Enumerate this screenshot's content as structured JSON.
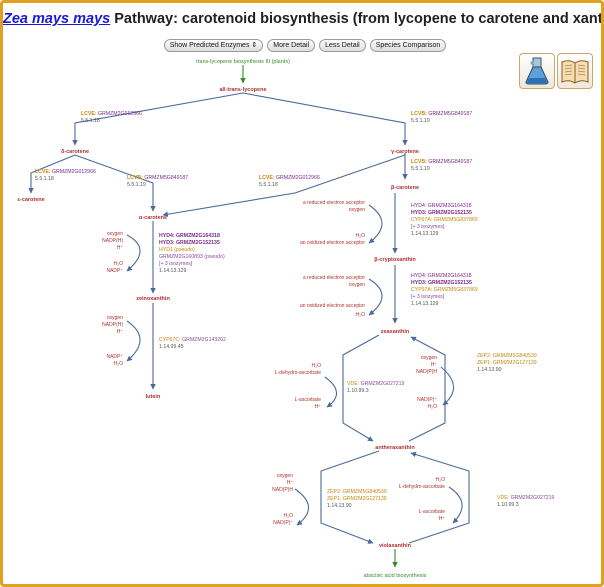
{
  "title": {
    "organism": "Zea mays mays",
    "text": "Pathway: carotenoid biosynthesis (from lycopene to carotene and xanthophyll)"
  },
  "buttons": {
    "predicted": "Show Predicted Enzymes",
    "more": "More Detail",
    "less": "Less Detail",
    "species": "Species Comparison"
  },
  "icons": {
    "left": "flask-icon",
    "right": "book-icon"
  },
  "colors": {
    "frame": "#e0a020",
    "compound": "#b03030",
    "enzyme_known": "#7a2a8a",
    "enzyme_label": "#c8860a",
    "gene": "#8a4a9a",
    "ec": "#555555",
    "arrow": "#4a6a9a",
    "link": "#3a8a2a"
  },
  "nodes": {
    "top_link": "trans-lycopene biosynthesis III (plants)",
    "lycopene": "all-trans-lycopene",
    "delta_carotene": "δ-carotene",
    "gamma_carotene": "γ-carotene",
    "epsilon_carotene": "ε-carotene",
    "alpha_carotene": "α-carotene",
    "beta_carotene": "β-carotene",
    "zeinoxanthin": "zeinoxanthin",
    "lutein": "lutein",
    "beta_cryptoxanthin": "β-cryptoxanthin",
    "zeaxanthin": "zeaxanthin",
    "antheraxanthin": "antheraxanthin",
    "violaxanthin": "violaxanthin",
    "bottom_link": "abscisic acid biosynthesis"
  },
  "cofactors": {
    "oxygen": "oxygen",
    "nadph": "NADP(H)",
    "h": "H⁺",
    "h2o": "H₂O",
    "nadp": "NADP⁺",
    "nadp_h": "NAD(P)H",
    "nadp_plus": "NAD(P)⁺",
    "red_acceptor": "a reduced electron acceptor",
    "ox_acceptor": "an oxidized electron acceptor",
    "dehydro": "L-dehydro-ascorbate",
    "ascorbate": "L-ascorbate"
  },
  "enzymes": {
    "lcve1": {
      "name": "LCVE:",
      "gene": "GRMZM2G012966",
      "ec": "5.5.1.18"
    },
    "lcvb1": {
      "name": "LCVB:",
      "gene": "GRMZM5G849187",
      "ec": "5.5.1.19"
    },
    "lcve2": {
      "name": "LCVE:",
      "gene": "GRMZM2G012966",
      "ec": "5.5.1.18"
    },
    "lcvb2": {
      "name": "LCVB:",
      "gene": "GRMZM5G849187",
      "ec": "5.5.1.19"
    },
    "lcve3": {
      "name": "LCVE:",
      "gene": "GRMZM2G012966",
      "ec": "5.5.1.18"
    },
    "lcvb3": {
      "name": "LCVB:",
      "gene": "GRMZM5G849187",
      "ec": "5.5.1.19"
    },
    "hydA": {
      "l1": "HYD4: GRMZM2G164318",
      "l2": "HYD3: GRMZM2G152135",
      "l3": "HYD1 (pseudo)",
      "l4": "GRMZM2G160893 (pseudo)",
      "l5": "[+ 3 isozymes]",
      "ec": "1.14.13.129"
    },
    "cyp97c": {
      "name": "CYP97C:",
      "gene": "GRMZM2G143202",
      "ec": "1.14.99.45"
    },
    "hydB": {
      "l1": "HYD4: GRMZM2G164318",
      "l2": "HYD3: GRMZM2G152135",
      "l3": "CYP97A: GRMZM5G837869",
      "l4": "[+ 3 isozymes]",
      "ec": "1.14.13.129"
    },
    "hydC": {
      "l1": "HYD4: GRMZM2G164318",
      "l2": "HYD3: GRMZM2G152135",
      "l3": "CYP97A: GRMZM5G837869",
      "l4": "[+ 3 isozymes]",
      "ec": "1.14.13.129"
    },
    "zep1": {
      "l1": "ZEP2: GRMZM5G840530",
      "l2": "ZEP1: GRMZM2G127139",
      "ec": "1.14.13.90"
    },
    "vde1": {
      "name": "VDE:",
      "gene": "GRMZM2G027219",
      "ec": "1.10.99.3"
    },
    "zep2": {
      "l1": "ZEP2: GRMZM5G840530",
      "l2": "ZEP1: GRMZM2G127139",
      "ec": "1.14.13.90"
    },
    "vde2": {
      "name": "VDE:",
      "gene": "GRMZM2G027219",
      "ec": "1.10.99.3"
    }
  }
}
